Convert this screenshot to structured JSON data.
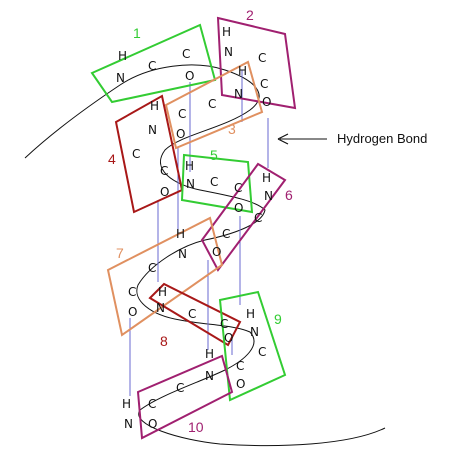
{
  "colors": {
    "green": "#33cc33",
    "purple": "#a02070",
    "orange": "#e09060",
    "red": "#a81818",
    "hbond": "#6a6ad0",
    "chain": "#111111"
  },
  "annotation": {
    "label": "Hydrogen Bond"
  },
  "units": [
    {
      "number": "1",
      "color": "green"
    },
    {
      "number": "2",
      "color": "purple"
    },
    {
      "number": "3",
      "color": "orange"
    },
    {
      "number": "4",
      "color": "red"
    },
    {
      "number": "5",
      "color": "green"
    },
    {
      "number": "6",
      "color": "purple"
    },
    {
      "number": "7",
      "color": "orange"
    },
    {
      "number": "8",
      "color": "red"
    },
    {
      "number": "9",
      "color": "green"
    },
    {
      "number": "10",
      "color": "purple"
    }
  ],
  "atoms": {
    "H": "H",
    "N": "N",
    "C": "C",
    "O": "O"
  }
}
